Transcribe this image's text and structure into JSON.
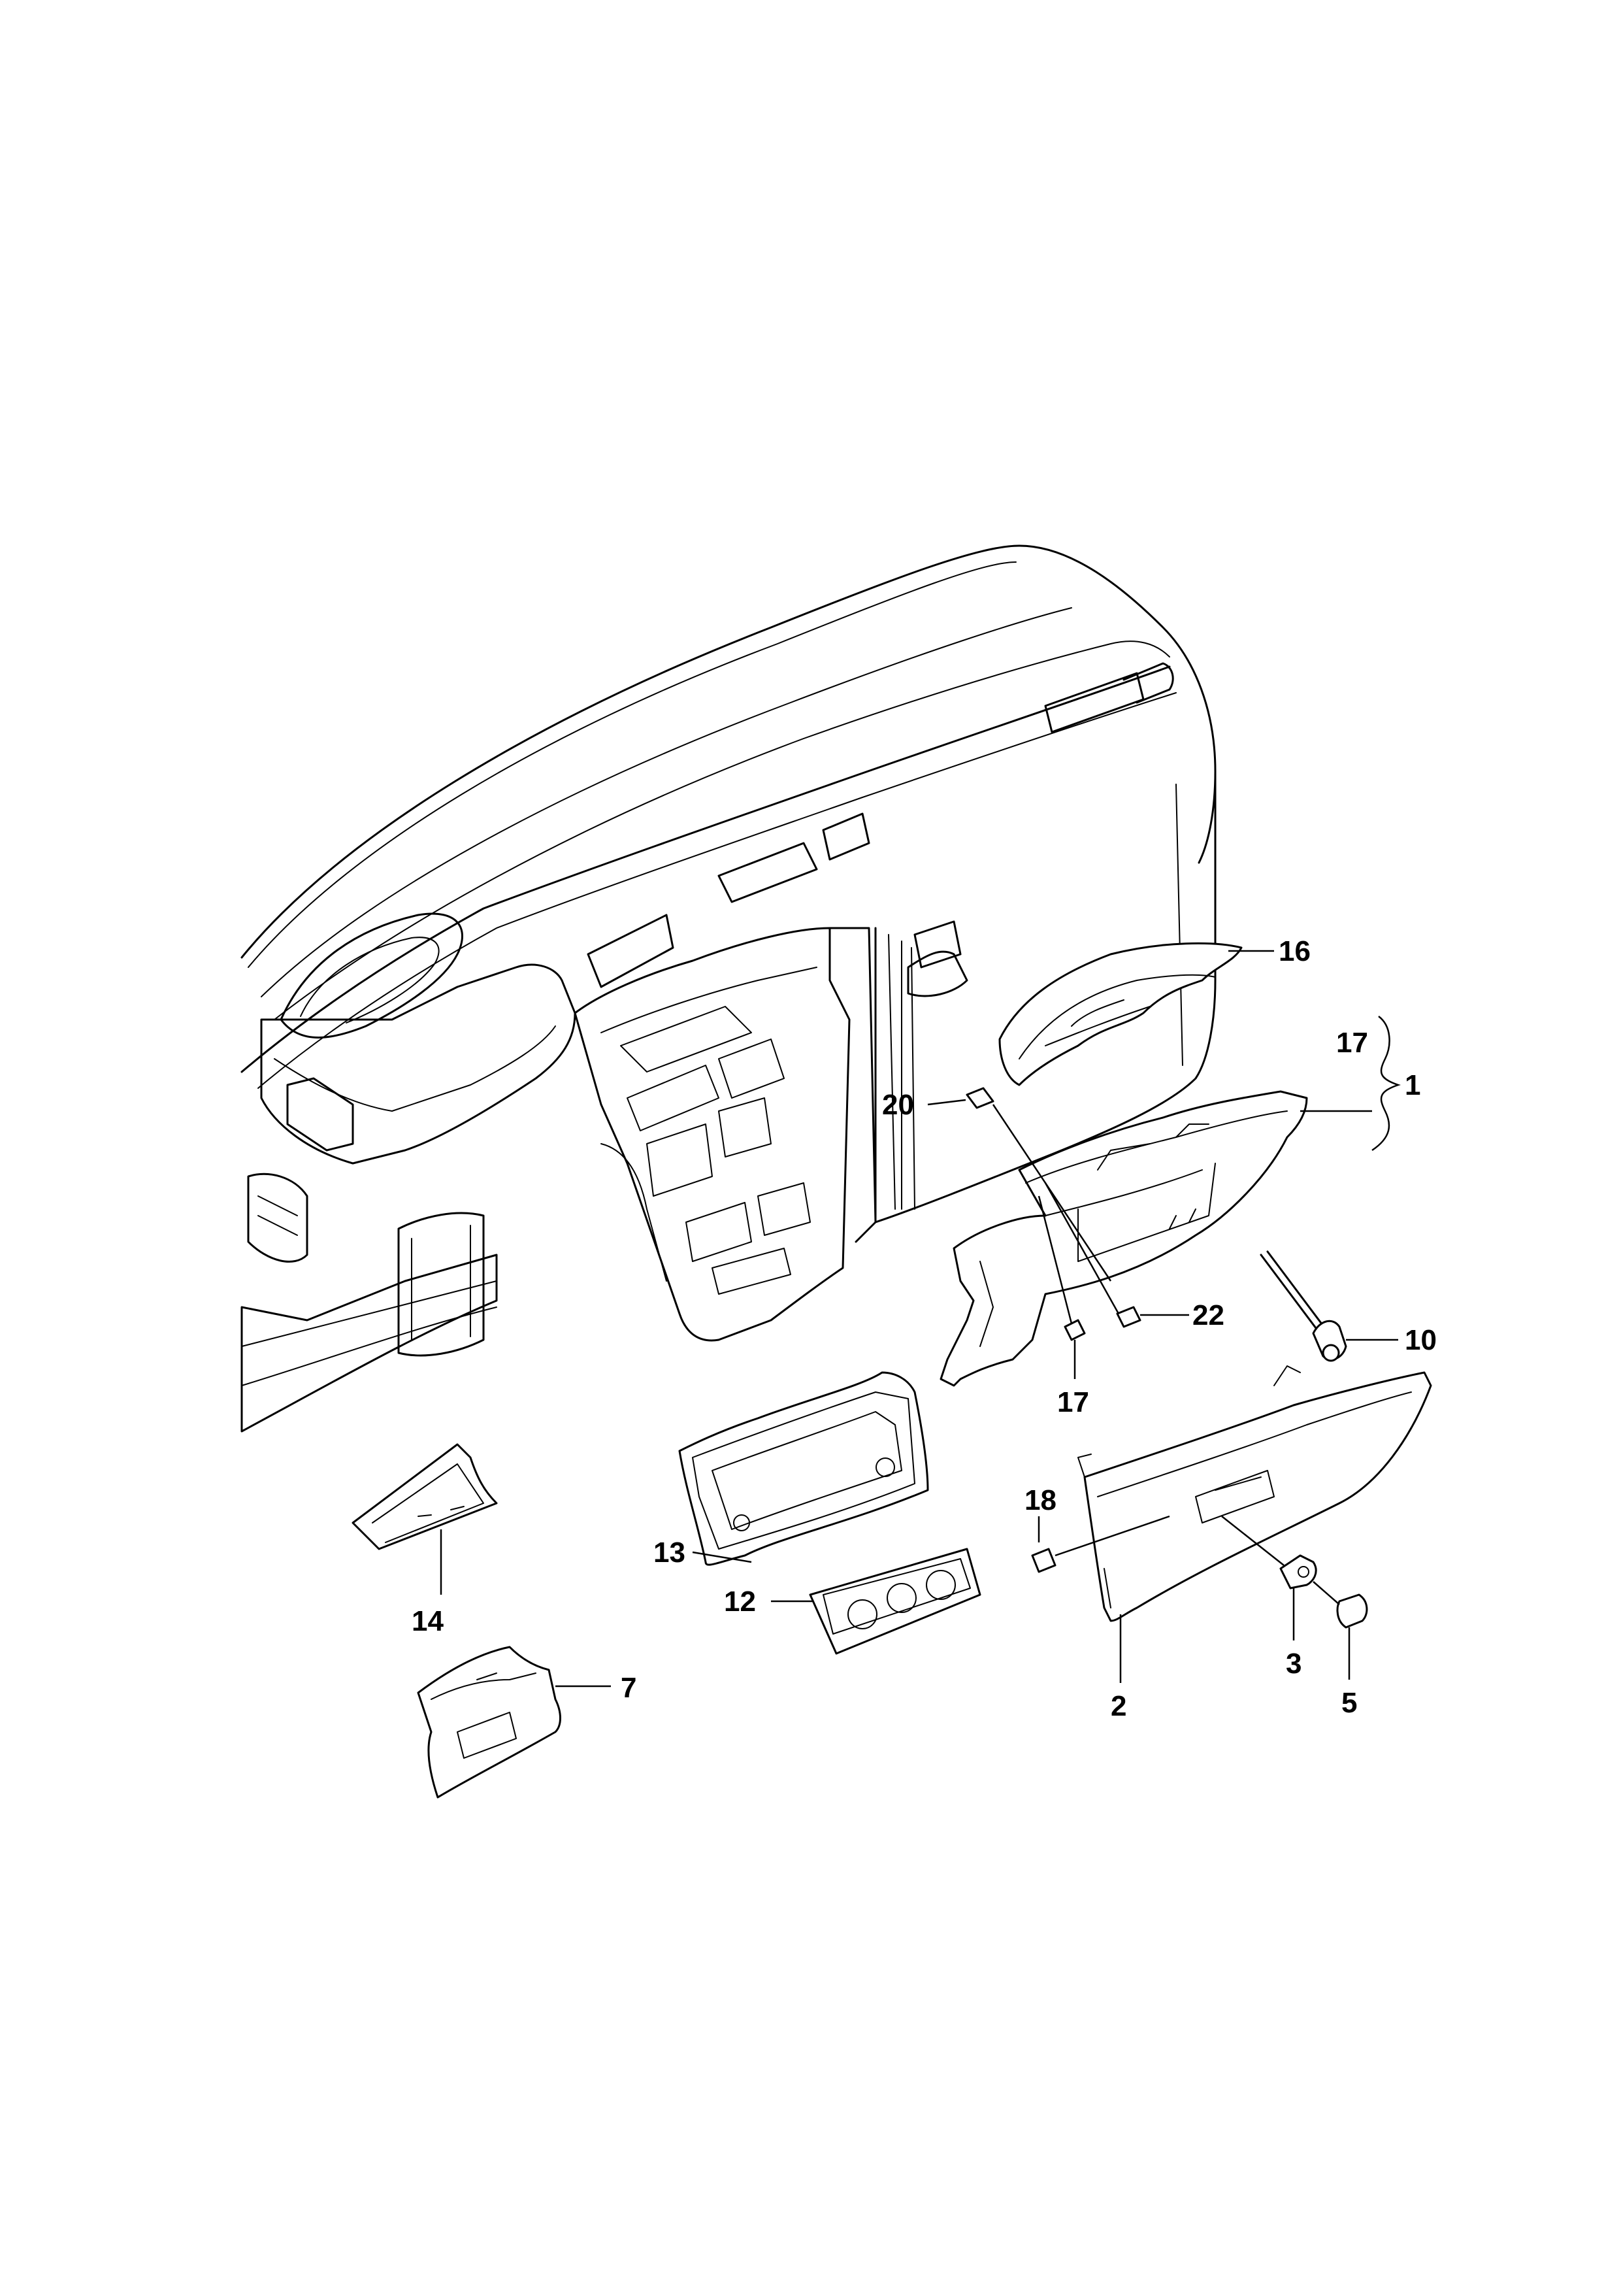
{
  "labels": {
    "p1": "1",
    "p2": "2",
    "p3": "3",
    "p5": "5",
    "p7": "7",
    "p10": "10",
    "p12": "12",
    "p13": "13",
    "p14": "14",
    "p16": "16",
    "p17a": "17",
    "p17b": "17",
    "p18": "18",
    "p20": "20",
    "p22": "22"
  }
}
